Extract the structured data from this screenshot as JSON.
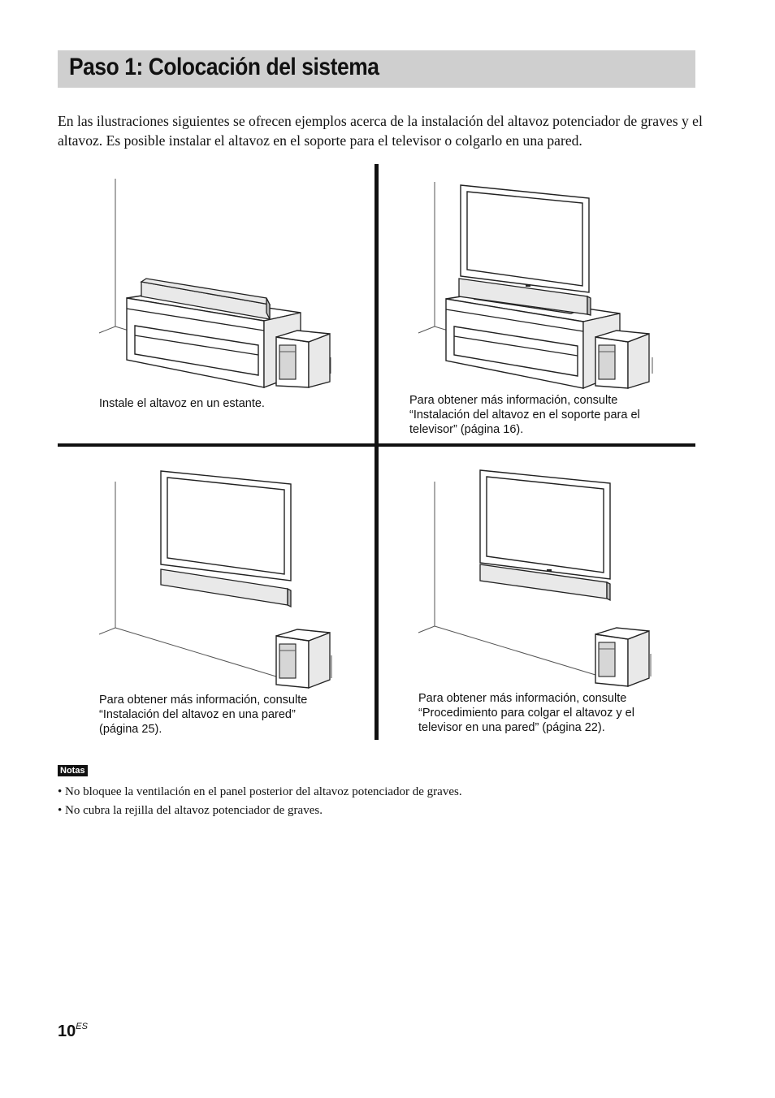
{
  "page": {
    "title": "Paso 1: Colocación del sistema",
    "intro": "En las ilustraciones siguientes se ofrecen ejemplos acerca de la instalación del altavoz potenciador de graves y el altavoz. Es posible instalar el altavoz en el soporte para el televisor o colgarlo en una pared."
  },
  "panels": [
    {
      "caption_lines": [
        "Instale el altavoz en un estante."
      ]
    },
    {
      "caption_lines": [
        "Para obtener más información, consulte",
        "“Instalación del altavoz en el soporte para el",
        "televisor” (página 16)."
      ]
    },
    {
      "caption_lines": [
        "Para obtener más información, consulte",
        "“Instalación del altavoz en una pared”",
        "(página 25)."
      ]
    },
    {
      "caption_lines": [
        "Para obtener más información, consulte",
        "“Procedimiento para colgar el altavoz y el",
        "televisor en una pared” (página 22)."
      ]
    }
  ],
  "notes": {
    "label": "Notas",
    "items": [
      "• No bloquee la ventilación en el panel posterior del altavoz potenciador de graves.",
      "• No cubra la rejilla del altavoz potenciador de graves."
    ]
  },
  "footer": {
    "page_number": "10",
    "lang": "ES"
  }
}
